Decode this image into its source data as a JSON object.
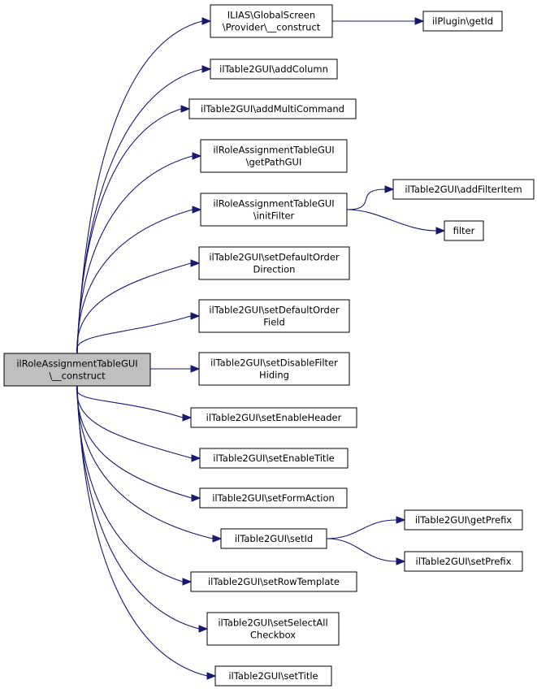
{
  "colors": {
    "root_fill": "#bfbfbf",
    "node_fill": "#ffffff",
    "edge": "#191970",
    "border": "#000000"
  },
  "nodes": [
    {
      "id": "root",
      "lines": [
        "ilRoleAssignmentTableGUI",
        "\\__construct"
      ],
      "root": true
    },
    {
      "id": "provider_construct",
      "lines": [
        "ILIAS\\GlobalScreen",
        "\\Provider\\__construct"
      ]
    },
    {
      "id": "plugin_getid",
      "lines": [
        "ilPlugin\\getId"
      ]
    },
    {
      "id": "addcolumn",
      "lines": [
        "ilTable2GUI\\addColumn"
      ]
    },
    {
      "id": "addmulticommand",
      "lines": [
        "ilTable2GUI\\addMultiCommand"
      ]
    },
    {
      "id": "getpathgui",
      "lines": [
        "ilRoleAssignmentTableGUI",
        "\\getPathGUI"
      ]
    },
    {
      "id": "initfilter",
      "lines": [
        "ilRoleAssignmentTableGUI",
        "\\initFilter"
      ]
    },
    {
      "id": "addfilteritem",
      "lines": [
        "ilTable2GUI\\addFilterItem"
      ]
    },
    {
      "id": "filter",
      "lines": [
        "filter"
      ]
    },
    {
      "id": "setdefaultorderdirection",
      "lines": [
        "ilTable2GUI\\setDefaultOrder",
        "Direction"
      ]
    },
    {
      "id": "setdefaultorderfield",
      "lines": [
        "ilTable2GUI\\setDefaultOrder",
        "Field"
      ]
    },
    {
      "id": "setdisablefilterhiding",
      "lines": [
        "ilTable2GUI\\setDisableFilter",
        "Hiding"
      ]
    },
    {
      "id": "setenableheader",
      "lines": [
        "ilTable2GUI\\setEnableHeader"
      ]
    },
    {
      "id": "setenabletitle",
      "lines": [
        "ilTable2GUI\\setEnableTitle"
      ]
    },
    {
      "id": "setformaction",
      "lines": [
        "ilTable2GUI\\setFormAction"
      ]
    },
    {
      "id": "setid",
      "lines": [
        "ilTable2GUI\\setId"
      ]
    },
    {
      "id": "getprefix",
      "lines": [
        "ilTable2GUI\\getPrefix"
      ]
    },
    {
      "id": "setprefix",
      "lines": [
        "ilTable2GUI\\setPrefix"
      ]
    },
    {
      "id": "setrowtemplate",
      "lines": [
        "ilTable2GUI\\setRowTemplate"
      ]
    },
    {
      "id": "setselectallcheckbox",
      "lines": [
        "ilTable2GUI\\setSelectAll",
        "Checkbox"
      ]
    },
    {
      "id": "settitle",
      "lines": [
        "ilTable2GUI\\setTitle"
      ]
    }
  ],
  "edges": [
    {
      "from": "root",
      "to": "provider_construct"
    },
    {
      "from": "root",
      "to": "addcolumn"
    },
    {
      "from": "root",
      "to": "addmulticommand"
    },
    {
      "from": "root",
      "to": "getpathgui"
    },
    {
      "from": "root",
      "to": "initfilter"
    },
    {
      "from": "root",
      "to": "setdefaultorderdirection"
    },
    {
      "from": "root",
      "to": "setdefaultorderfield"
    },
    {
      "from": "root",
      "to": "setdisablefilterhiding"
    },
    {
      "from": "root",
      "to": "setenableheader"
    },
    {
      "from": "root",
      "to": "setenabletitle"
    },
    {
      "from": "root",
      "to": "setformaction"
    },
    {
      "from": "root",
      "to": "setid"
    },
    {
      "from": "root",
      "to": "setrowtemplate"
    },
    {
      "from": "root",
      "to": "setselectallcheckbox"
    },
    {
      "from": "root",
      "to": "settitle"
    },
    {
      "from": "provider_construct",
      "to": "plugin_getid"
    },
    {
      "from": "initfilter",
      "to": "addfilteritem"
    },
    {
      "from": "initfilter",
      "to": "filter"
    },
    {
      "from": "setid",
      "to": "getprefix"
    },
    {
      "from": "setid",
      "to": "setprefix"
    }
  ]
}
